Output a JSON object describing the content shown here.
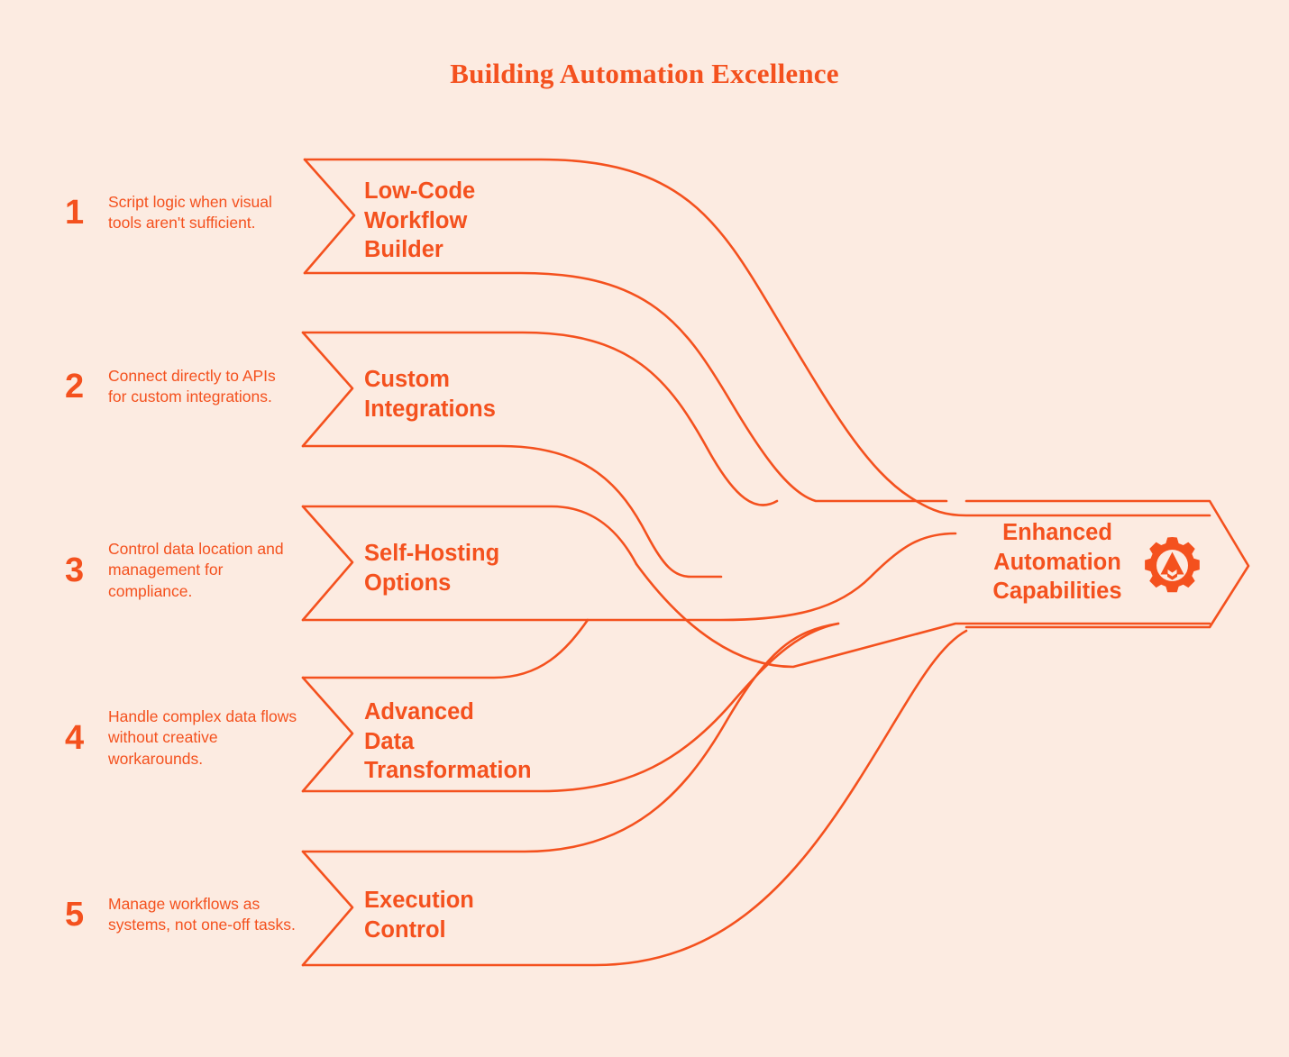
{
  "page": {
    "title": "Building Automation Excellence",
    "background_color": "#FCEBE1",
    "accent_color": "#F4511E"
  },
  "chart_data": {
    "type": "diagram",
    "diagram_kind": "converging-flow",
    "title": "Building Automation Excellence",
    "direction": "left-to-right",
    "inputs": [
      {
        "number": "1",
        "description": "Script logic when visual tools aren't sufficient.",
        "node_label": "Low-Code\nWorkflow\nBuilder"
      },
      {
        "number": "2",
        "description": "Connect directly to APIs for custom integrations.",
        "node_label": "Custom\nIntegrations"
      },
      {
        "number": "3",
        "description": "Control data location and management for compliance.",
        "node_label": "Self-Hosting\nOptions"
      },
      {
        "number": "4",
        "description": "Handle complex data flows without creative workarounds.",
        "node_label": "Advanced\nData\nTransformation"
      },
      {
        "number": "5",
        "description": "Manage workflows as systems, not one-off tasks.",
        "node_label": "Execution\nControl"
      }
    ],
    "outcome": {
      "label": "Enhanced\nAutomation\nCapabilities",
      "icon": "gear-rocket-icon"
    }
  },
  "steps": [
    {
      "number": "1",
      "description": "Script logic when visual tools aren't sufficient.",
      "label": "Low-Code\nWorkflow\nBuilder"
    },
    {
      "number": "2",
      "description": "Connect directly to APIs for custom integrations.",
      "label": "Custom\nIntegrations"
    },
    {
      "number": "3",
      "description": "Control data location and management for compliance.",
      "label": "Self-Hosting\nOptions"
    },
    {
      "number": "4",
      "description": "Handle complex data flows without creative workarounds.",
      "label": "Advanced\nData\nTransformation"
    },
    {
      "number": "5",
      "description": "Manage workflows as systems, not one-off tasks.",
      "label": "Execution\nControl"
    }
  ],
  "outcome": {
    "label": "Enhanced\nAutomation\nCapabilities",
    "icon_name": "gear-rocket-icon"
  }
}
